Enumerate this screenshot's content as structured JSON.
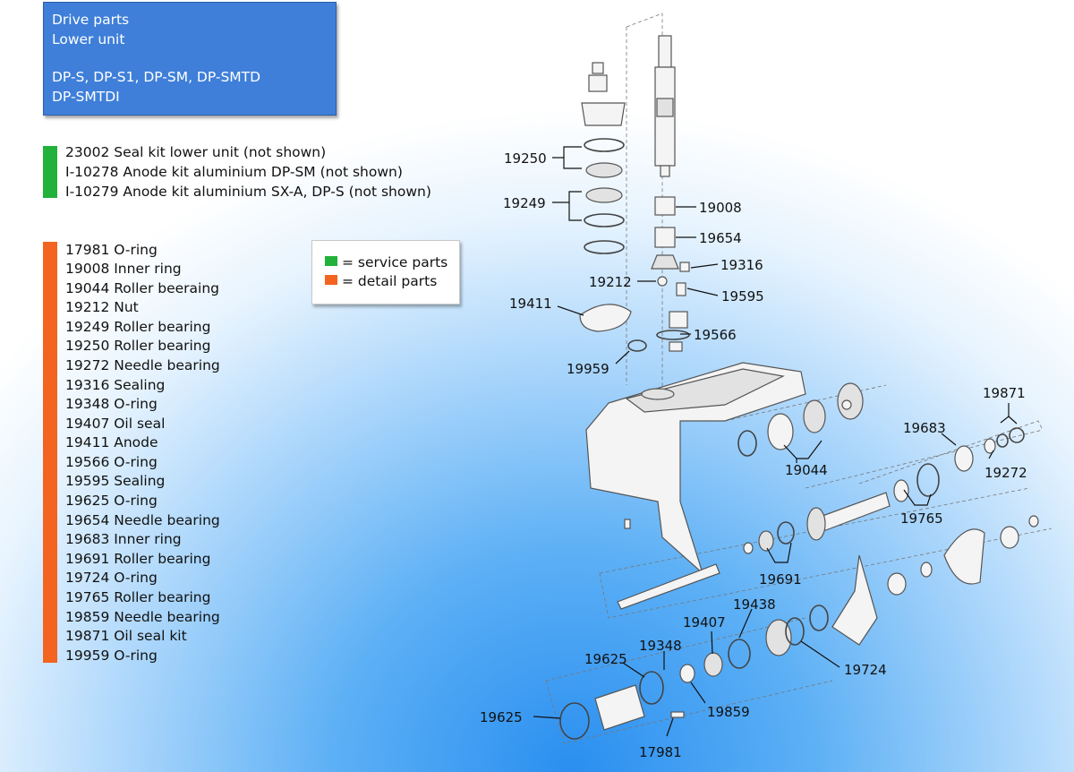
{
  "header": {
    "line1": "Drive parts",
    "line2": "Lower unit",
    "line3": "DP-S, DP-S1, DP-SM, DP-SMTD",
    "line4": "DP-SMTDI"
  },
  "kits": [
    "23002 Seal kit lower unit (not shown)",
    "I-10278 Anode kit aluminium DP-SM (not shown)",
    "I-10279 Anode kit aluminium SX-A, DP-S (not shown)"
  ],
  "parts": [
    "17981 O-ring",
    "19008 Inner ring",
    "19044 Roller beeraing",
    "19212 Nut",
    "19249 Roller bearing",
    "19250 Roller bearing",
    "19272 Needle bearing",
    "19316 Sealing",
    "19348 O-ring",
    "19407 Oil seal",
    "19411 Anode",
    "19566 O-ring",
    "19595 Sealing",
    "19625 O-ring",
    "19654 Needle bearing",
    "19683 Inner ring",
    "19691 Roller bearing",
    "19724 O-ring",
    "19765 Roller bearing",
    "19859 Needle bearing",
    "19871 Oil seal kit",
    "19959 O-ring"
  ],
  "legend": {
    "service": "= service parts",
    "detail": "= detail parts",
    "service_color": "#22b13a",
    "detail_color": "#f2641f"
  },
  "callouts": {
    "c19250": "19250",
    "c19249": "19249",
    "c19008": "19008",
    "c19654": "19654",
    "c19316": "19316",
    "c19212": "19212",
    "c19595": "19595",
    "c19411": "19411",
    "c19566": "19566",
    "c19959": "19959",
    "c19871": "19871",
    "c19683": "19683",
    "c19272": "19272",
    "c19044": "19044",
    "c19765": "19765",
    "c19691": "19691",
    "c19438": "19438",
    "c19407": "19407",
    "c19348": "19348",
    "c19625a": "19625",
    "c19724": "19724",
    "c19859": "19859",
    "c19625b": "19625",
    "c17981": "17981"
  }
}
